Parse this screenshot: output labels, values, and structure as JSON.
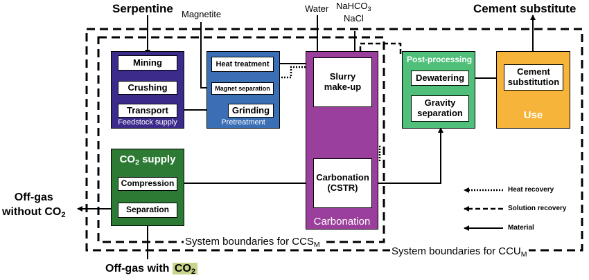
{
  "diagram": {
    "inputs": {
      "serpentine": "Serpentine",
      "magnetite": "Magnetite",
      "water": "Water",
      "nahco3": "NaHCO",
      "nahco3_sub": "3",
      "nacl": "NaCl",
      "offgas_in_prefix": "Off-gas with ",
      "offgas_in_co": "CO",
      "offgas_in_sub": "2"
    },
    "outputs": {
      "cement_substitute": "Cement substitute",
      "offgas_out_line1": "Off-gas",
      "offgas_out_line2": "without CO",
      "offgas_out_sub": "2"
    },
    "groups": {
      "feedstock": {
        "label": "Feedstock supply",
        "steps": [
          "Mining",
          "Crushing",
          "Transport"
        ]
      },
      "pretreatment": {
        "label": "Pretreatment",
        "steps": [
          "Heat treatment",
          "Magnet separation",
          "Grinding"
        ]
      },
      "carbonation": {
        "label": "Carbonation",
        "slurry_line1": "Slurry",
        "slurry_line2": "make-up",
        "carb_line1": "Carbonation",
        "carb_line2": "(CSTR)"
      },
      "postprocessing": {
        "label": "Post-processing",
        "dewatering": "Dewatering",
        "gravity_line1": "Gravity",
        "gravity_line2": "separation"
      },
      "use": {
        "label": "Use",
        "cement_line1": "Cement",
        "cement_line2": "substitution"
      },
      "co2supply": {
        "label_prefix": "CO",
        "label_sub": "2",
        "label_suffix": " supply",
        "steps": [
          "Compression",
          "Separation"
        ]
      }
    },
    "boundaries": {
      "ccs_prefix": "System boundaries for CCS",
      "ccs_sub": "M",
      "ccu_prefix": "System boundaries for CCU",
      "ccu_sub": "M"
    },
    "legend": {
      "heat": "Heat recovery",
      "solution": "Solution recovery",
      "material": "Material"
    },
    "colors": {
      "feedstock": "#3d2b8c",
      "pretreatment": "#3a6fb5",
      "carbonation": "#9a3f9c",
      "postprocessing": "#4fbf7a",
      "use": "#f6b43a",
      "co2supply": "#2d7a35",
      "offgas_highlight": "#c9d48a"
    }
  }
}
